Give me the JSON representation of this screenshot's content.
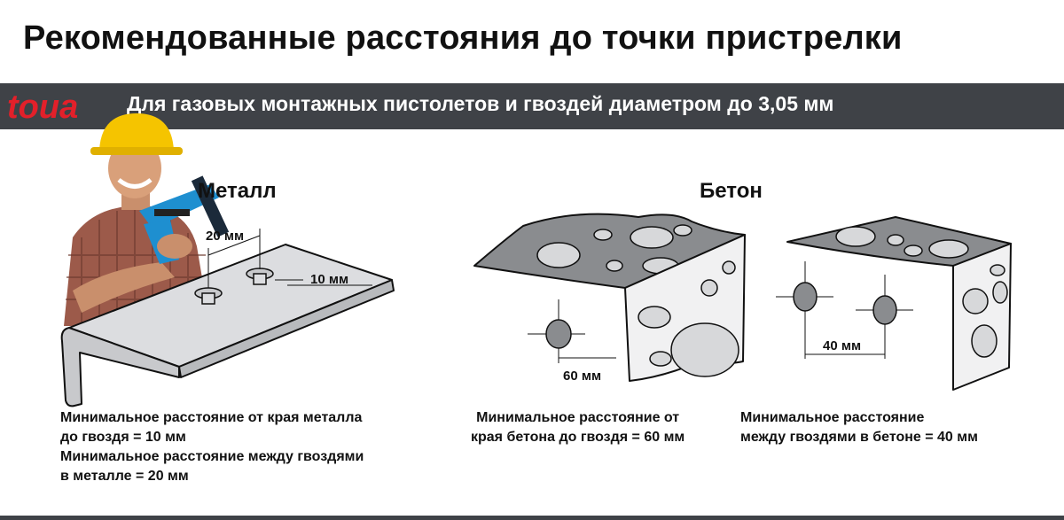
{
  "title": "Рекомендованные расстояния до точки пристрелки",
  "banner": {
    "logo_text": "toua",
    "text": "Для газовых монтажных пистолетов и гвоздей диаметром до 3,05 мм"
  },
  "metal": {
    "heading": "Металл",
    "dim_between": "20 мм",
    "dim_edge": "10 мм",
    "caption_lines": [
      "Минимальное расстояние от края металла",
      "до гвоздя = 10 мм",
      "Минимальное расстояние между гвоздями",
      "в металле = 20 мм"
    ]
  },
  "concrete": {
    "heading": "Бетон",
    "edge_figure": {
      "dim_label": "60 мм",
      "caption_lines": [
        "Минимальное расстояние от",
        "края бетона до гвоздя = 60 мм"
      ]
    },
    "between_figure": {
      "dim_label": "40 мм",
      "caption_lines": [
        "Минимальное расстояние",
        "между гвоздями в бетоне = 40 мм"
      ]
    }
  },
  "colors": {
    "banner_bg": "#3f4247",
    "logo_red": "#e3202a",
    "helmet_yellow": "#f5c400",
    "tool_blue": "#1e8fd0",
    "concrete_top": "#8a8c8f"
  }
}
